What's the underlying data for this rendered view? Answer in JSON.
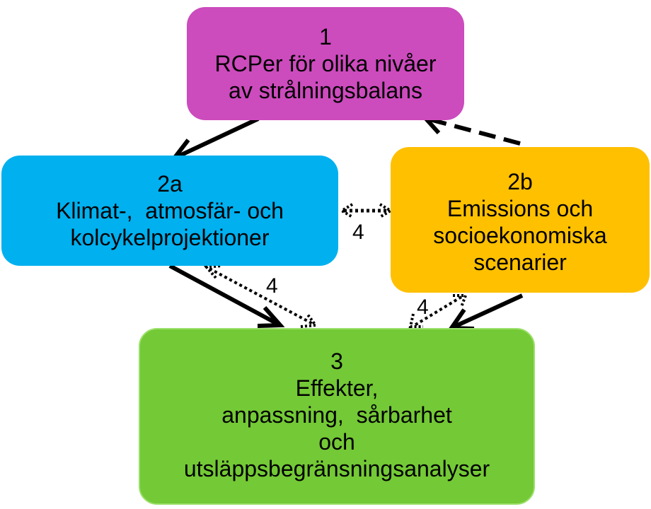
{
  "colors": {
    "box_1": "#cc4bbd",
    "box_2a": "#00b0ef",
    "box_2b": "#ffc000",
    "box_3": "#74c936",
    "arrow": "#000000"
  },
  "nodes": {
    "n1": {
      "lines": [
        "1",
        "RCPer för olika nivåer",
        "av strålningsbalans"
      ]
    },
    "n2a": {
      "lines": [
        "2a",
        "Klimat-,  atmosfär- och",
        "kolcykelprojektioner"
      ]
    },
    "n2b": {
      "lines": [
        "2b",
        "Emissions och",
        "socioekonomiska",
        "scenarier"
      ]
    },
    "n3": {
      "lines": [
        "3",
        "Effekter,",
        "anpassning,  sårbarhet",
        "och",
        "utsläppsbegränsningsanalyser"
      ]
    }
  },
  "edges": {
    "e1": {
      "from": "1",
      "to": "2a",
      "style": "solid"
    },
    "e2": {
      "from": "2b",
      "to": "1",
      "style": "dashed"
    },
    "e3": {
      "from": "2a",
      "to": "2b",
      "style": "dotted-bidirectional",
      "label": "4"
    },
    "e4": {
      "from": "2a",
      "to": "3",
      "style": "solid"
    },
    "e5": {
      "from": "2a",
      "to": "3",
      "style": "dotted-bidirectional",
      "label": "4"
    },
    "e6": {
      "from": "2b",
      "to": "3",
      "style": "solid"
    },
    "e7": {
      "from": "2b",
      "to": "3",
      "style": "dotted-bidirectional",
      "label": "4"
    }
  }
}
